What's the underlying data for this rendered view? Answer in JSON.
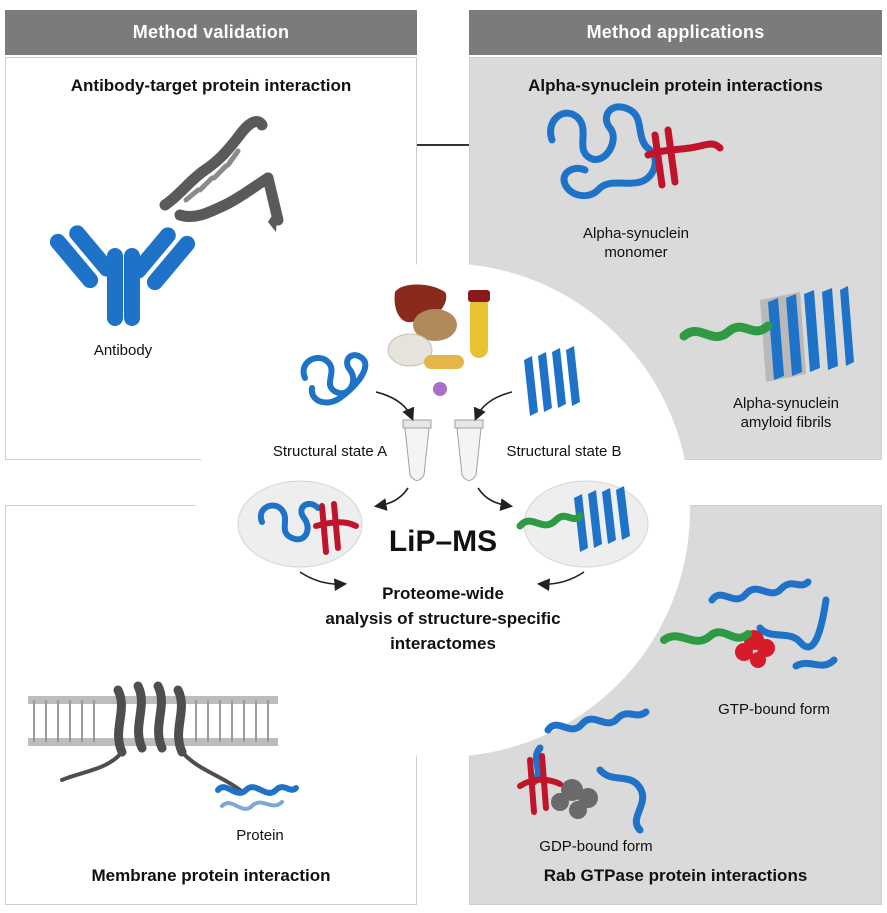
{
  "headers": {
    "left": "Method validation",
    "right": "Method applications"
  },
  "panels": {
    "top_left": {
      "title": "Antibody-target protein interaction",
      "label": "Antibody"
    },
    "top_right": {
      "title": "Alpha-synuclein protein interactions",
      "monomer_label_line1": "Alpha-synuclein",
      "monomer_label_line2": "monomer",
      "fibrils_label_line1": "Alpha-synuclein",
      "fibrils_label_line2": "amyloid fibrils"
    },
    "bottom_left": {
      "title": "Membrane protein interaction",
      "label": "Protein"
    },
    "bottom_right": {
      "title": "Rab GTPase protein interactions",
      "gtp_label": "GTP-bound form",
      "gdp_label": "GDP-bound form"
    }
  },
  "center": {
    "state_a": "Structural state A",
    "state_b": "Structural state B",
    "method": "LiP–MS",
    "summary_line1": "Proteome-wide",
    "summary_line2": "analysis of structure-specific",
    "summary_line3": "interactomes"
  },
  "colors": {
    "header": "#7b7b7b",
    "right_panel": "#dadada",
    "blue_protein": "#1e73c8",
    "red_protein": "#c0142b",
    "green_protein": "#2e9a44",
    "dark_gray_protein": "#555555"
  }
}
